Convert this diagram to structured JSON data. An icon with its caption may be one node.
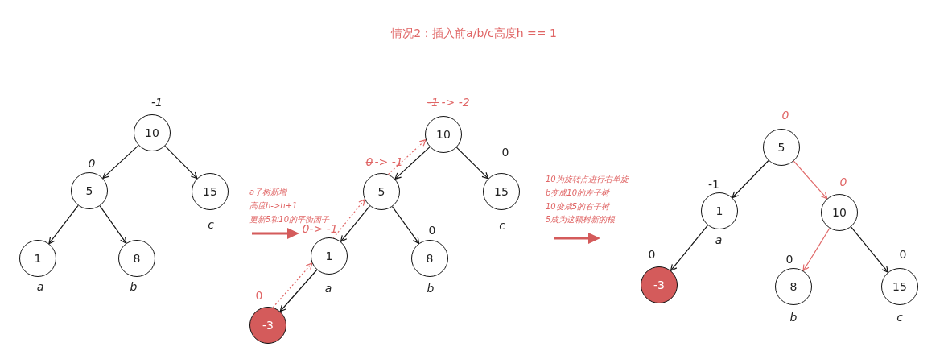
{
  "diagram": {
    "title": "情况2：插入前a/b/c高度h == 1",
    "nodes": [
      {
        "text": [
          "10"
        ],
        "beside": [
          "-1"
        ]
      },
      {
        "text": [
          "5"
        ],
        "beside": [
          "0"
        ]
      },
      {
        "text": [
          "15"
        ],
        "beside": [
          "c"
        ]
      },
      {
        "text": [
          "1"
        ],
        "beside": [
          "a"
        ]
      },
      {
        "text": [
          "8"
        ],
        "beside": [
          "b"
        ]
      },
      {
        "text": [
          "10"
        ],
        "beside": [
          "-1",
          "-> -2"
        ]
      },
      {
        "text": [
          "5"
        ],
        "beside": [
          "0",
          "-> -1"
        ]
      },
      {
        "text": [
          "15"
        ],
        "beside": [
          "0",
          "c"
        ]
      },
      {
        "text": [
          "1"
        ],
        "beside": [
          "0",
          "-> -1",
          "a"
        ]
      },
      {
        "text": [
          "8"
        ],
        "beside": [
          "0",
          "b"
        ]
      },
      {
        "text": [
          "-3"
        ],
        "beside": [
          "0"
        ]
      },
      {
        "text": [
          "5"
        ],
        "beside": [
          "0"
        ]
      },
      {
        "text": [
          "1"
        ],
        "beside": [
          "-1",
          "a"
        ]
      },
      {
        "text": [
          "10"
        ],
        "beside": [
          "0"
        ]
      },
      {
        "text": [
          "-3"
        ],
        "beside": [
          "0"
        ]
      },
      {
        "text": [
          "8"
        ],
        "beside": [
          "0",
          "b"
        ]
      },
      {
        "text": [
          "15"
        ],
        "beside": [
          "0",
          "c"
        ]
      }
    ],
    "edges": [
      {
        "from": 0,
        "to": 1,
        "arrow": "to"
      },
      {
        "from": 0,
        "to": 2,
        "arrow": "to"
      },
      {
        "from": 1,
        "to": 3,
        "arrow": "to"
      },
      {
        "from": 1,
        "to": 4,
        "arrow": "to"
      },
      {
        "from": 5,
        "to": 6,
        "arrow": "to"
      },
      {
        "from": 5,
        "to": 7,
        "arrow": "to"
      },
      {
        "from": 6,
        "to": 8,
        "arrow": "to"
      },
      {
        "from": 6,
        "to": 9,
        "arrow": "to"
      },
      {
        "from": 8,
        "to": 10,
        "arrow": "to"
      },
      {
        "from": 10,
        "to": 8,
        "arrow": "to",
        "style": "dashed",
        "color": "#e06666"
      },
      {
        "from": 8,
        "to": 6,
        "arrow": "to",
        "style": "dashed",
        "color": "#e06666"
      },
      {
        "from": 6,
        "to": 5,
        "arrow": "to",
        "style": "dashed",
        "color": "#e06666"
      },
      {
        "from": 11,
        "to": 12,
        "arrow": "to"
      },
      {
        "from": 11,
        "to": 13,
        "arrow": "to",
        "color": "#e06666"
      },
      {
        "from": 12,
        "to": 14,
        "arrow": "to"
      },
      {
        "from": 13,
        "to": 15,
        "arrow": "to",
        "color": "#e06666"
      },
      {
        "from": 13,
        "to": 16,
        "arrow": "to"
      }
    ],
    "labels": [
      "a子树新增",
      "高度h->h+1",
      "更新5和10的平衡因子",
      "10为旋转点进行右单旋",
      "b变成10的左子树",
      "10变成5的右子树",
      "5成为这颗树新的根"
    ]
  }
}
